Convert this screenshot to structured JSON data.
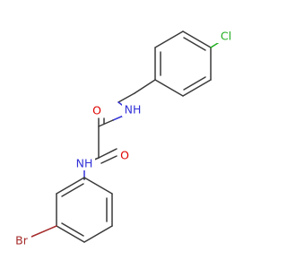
{
  "molecule": {
    "atoms": {
      "cl": {
        "element": "Cl",
        "label": "Cl",
        "color": "#1fae1f"
      },
      "nh_top": {
        "element": "N",
        "label": "NH",
        "color": "#3232d8"
      },
      "nh_bottom": {
        "element": "N",
        "label": "NH",
        "color": "#3232d8"
      },
      "o_left": {
        "element": "O",
        "label": "O",
        "color": "#e00000"
      },
      "o_right": {
        "element": "O",
        "label": "O",
        "color": "#e00000"
      },
      "br": {
        "element": "Br",
        "label": "Br",
        "color": "#a52a2a"
      }
    },
    "bond_color": "#3a3a3a"
  }
}
